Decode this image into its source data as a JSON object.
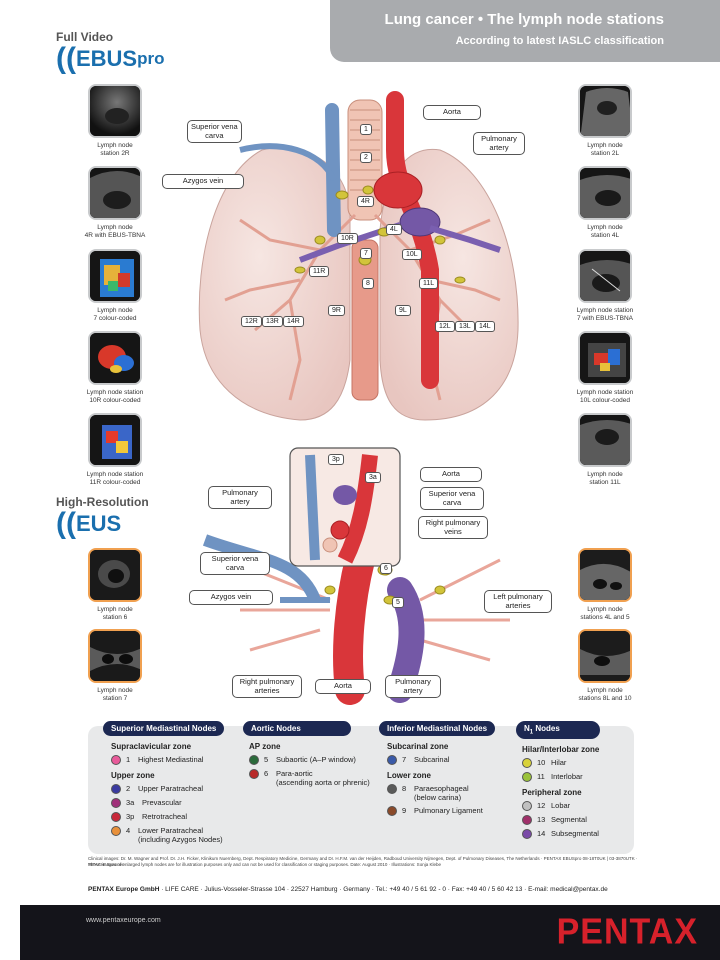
{
  "title": {
    "main": "Lung cancer • The lymph node stations",
    "sub": "According to latest IASLC classification"
  },
  "brands": {
    "ebus_top": "Full Video",
    "ebus_logo": "EBUS",
    "ebus_logo2": "pro",
    "eus_top": "High-Resolution",
    "eus_logo": "EUS"
  },
  "left_images": [
    {
      "caption_1": "Lymph node",
      "caption_2": "station 2R"
    },
    {
      "caption_1": "Lymph node",
      "caption_2": "4R with EBUS-TBNA"
    },
    {
      "caption_1": "Lymph node",
      "caption_2": "7 colour-coded"
    },
    {
      "caption_1": "Lymph node station",
      "caption_2": "10R colour-coded"
    },
    {
      "caption_1": "Lymph node station",
      "caption_2": "11R colour-coded"
    },
    {
      "caption_1": "Lymph node",
      "caption_2": "station 6"
    },
    {
      "caption_1": "Lymph node",
      "caption_2": "station 7"
    }
  ],
  "right_images": [
    {
      "caption_1": "Lymph node",
      "caption_2": "station 2L"
    },
    {
      "caption_1": "Lymph node",
      "caption_2": "station 4L"
    },
    {
      "caption_1": "Lymph node station",
      "caption_2": "7 with EBUS-TBNA"
    },
    {
      "caption_1": "Lymph node station",
      "caption_2": "10L colour-coded"
    },
    {
      "caption_1": "Lymph node",
      "caption_2": "station 11L"
    },
    {
      "caption_1": "Lymph node",
      "caption_2": "stations 4L and 5"
    },
    {
      "caption_1": "Lymph node",
      "caption_2": "stations 8L and 10"
    }
  ],
  "upper_diagram": {
    "labels": {
      "svc_1": "Superior vena",
      "svc_2": "carva",
      "azygos": "Azygos vein",
      "aorta": "Aorta",
      "pa_1": "Pulmonary",
      "pa_2": "artery"
    },
    "nodes": {
      "n1": "1",
      "n2": "2",
      "n4R": "4R",
      "n4L": "4L",
      "n10R": "10R",
      "n7": "7",
      "n10L": "10L",
      "n11R": "11R",
      "n8": "8",
      "n11L": "11L",
      "n9R": "9R",
      "n9L": "9L",
      "n12R": "12R",
      "n13R": "13R",
      "n14R": "14R",
      "n12L": "12L",
      "n13L": "13L",
      "n14L": "14L"
    }
  },
  "lower_diagram": {
    "labels": {
      "aorta_top": "Aorta",
      "pa_1": "Pulmonary",
      "pa_2": "artery",
      "svc_1": "Superior vena",
      "svc_2": "carva",
      "rpv_1": "Right pulmonary",
      "rpv_2": "veins",
      "svc2_1": "Superior vena",
      "svc2_2": "carva",
      "azygos": "Azygos vein",
      "lpa_1": "Left pulmonary",
      "lpa_2": "arteries",
      "rpa_1": "Right pulmonary",
      "rpa_2": "arteries",
      "aorta_bottom": "Aorta",
      "pa2_1": "Pulmonary",
      "pa2_2": "artery"
    },
    "nodes": {
      "n3p": "3p",
      "n3a": "3a",
      "n6": "6",
      "n5": "5"
    }
  },
  "legend": {
    "superior": {
      "header": "Superior Mediastinal Nodes",
      "zone1": "Supraclavicular zone",
      "zone2": "Upper zone",
      "rows": [
        {
          "num": "1",
          "text": "Highest Mediastinal"
        },
        {
          "num": "2",
          "text": "Upper Paratracheal"
        },
        {
          "num": "3a",
          "text": "Prevascular"
        },
        {
          "num": "3p",
          "text": "Retrotracheal"
        },
        {
          "num": "4",
          "text": "Lower Paratracheal",
          "text2": "(including Azygos Nodes)"
        }
      ]
    },
    "aortic": {
      "header": "Aortic Nodes",
      "zone1": "AP zone",
      "rows": [
        {
          "num": "5",
          "text": "Subaortic (A–P window)"
        },
        {
          "num": "6",
          "text": "Para-aortic",
          "text2": "(ascending aorta or phrenic)"
        }
      ]
    },
    "inferior": {
      "header": "Inferior Mediastinal Nodes",
      "zone1": "Subcarinal zone",
      "zone2": "Lower zone",
      "rows": [
        {
          "num": "7",
          "text": "Subcarinal"
        },
        {
          "num": "8",
          "text": "Paraesophageal",
          "text2": "(below carina)"
        },
        {
          "num": "9",
          "text": "Pulmonary Ligament"
        }
      ]
    },
    "n1": {
      "header_main": "N",
      "header_sub": "1",
      "header_tail": " Nodes",
      "zone1": "Hilar/Interlobar zone",
      "zone2": "Peripheral zone",
      "rows": [
        {
          "num": "10",
          "text": "Hilar"
        },
        {
          "num": "11",
          "text": "Interlobar"
        },
        {
          "num": "12",
          "text": "Lobar"
        },
        {
          "num": "13",
          "text": "Segmental"
        },
        {
          "num": "14",
          "text": "Subsegmental"
        }
      ]
    }
  },
  "fine_print_1": "Clinical images: Dr. M. Wagner and Prof. Dr. J.H. Ficker, Klinikum Nuernberg, Dept. Respiratory Medicine, Germany and Dr. H.F.M. van der Heijden, Radboud University Nijmegen, Dept. of Pulmonary Diseases, The Netherlands · PENTAX EBUSpro 08-18T0UK | 03-3870UTK · HITACHI Scanner.",
  "fine_print_2": "These images of enlarged lymph nodes are for illustration purposes only and can not be used for classification or staging purposes. Date: August 2010 · Illustrations: Sonja Klebe",
  "company": {
    "name": "PENTAX Europe GmbH",
    "rest": " · LIFE CARE · Julius-Vosseler-Strasse 104 · 22527 Hamburg · Germany · Tel.: +49 40 / 5 61 92 - 0 · Fax: +49 40 / 5 60 42 13 · E-mail: medical@pentax.de"
  },
  "footer": {
    "url": "www.pentaxeurope.com",
    "logo": "PENTAX"
  },
  "colors": {
    "navy": "#1c2852",
    "pentax_red": "#d7212b",
    "brand_blue": "#1a6fae",
    "title_grey": "#a9abae"
  }
}
